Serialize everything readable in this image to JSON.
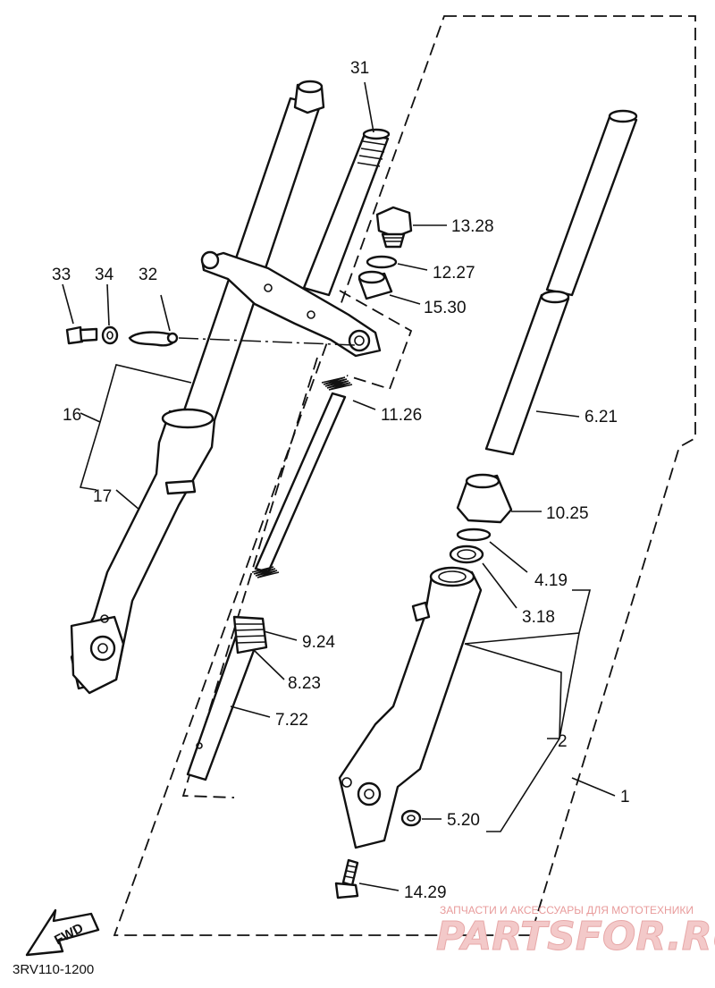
{
  "diagram_code": "3RV110-1200",
  "watermark": {
    "caption": "ЗАПЧАСТИ И АКСЕССУАРЫ ДЛЯ МОТОТЕХНИКИ",
    "brand": "PARTSFOR.RU"
  },
  "fwd_label": "FWD",
  "callouts": {
    "c1": "1",
    "c2": "2",
    "c3": "3.18",
    "c4": "4.19",
    "c5": "5.20",
    "c6": "6.21",
    "c7": "7.22",
    "c8": "8.23",
    "c9": "9.24",
    "c10": "10.25",
    "c11": "11.26",
    "c12": "12.27",
    "c13": "13.28",
    "c14": "14.29",
    "c15": "15.30",
    "c16": "16",
    "c17": "17",
    "c31": "31",
    "c32": "32",
    "c33": "33",
    "c34": "34"
  }
}
